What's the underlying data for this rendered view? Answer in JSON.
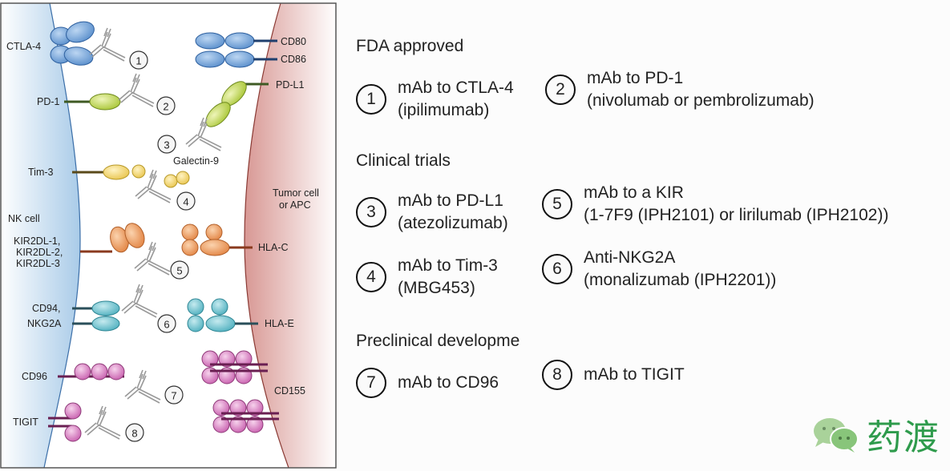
{
  "figure": {
    "left_cell_label": "NK cell",
    "right_cell_label_line1": "Tumor cell",
    "right_cell_label_line2": "or APC",
    "receptors": {
      "ctla4": "CTLA-4",
      "pd1": "PD-1",
      "tim3": "Tim-3",
      "kir_line1": "KIR2DL-1,",
      "kir_line2": "KIR2DL-2,",
      "kir_line3": "KIR2DL-3",
      "cd94_line1": "CD94,",
      "cd94_line2": "NKG2A",
      "cd96": "CD96",
      "tigit": "TIGIT"
    },
    "ligands": {
      "cd80": "CD80",
      "cd86": "CD86",
      "pdl1": "PD-L1",
      "galectin9": "Galectin-9",
      "hlac": "HLA-C",
      "hlae": "HLA-E",
      "cd155": "CD155"
    },
    "markers": [
      "1",
      "2",
      "3",
      "4",
      "5",
      "6",
      "7",
      "8"
    ],
    "colors": {
      "ctla4_blue": "#6f9fd6",
      "pd_green": "#b7d24a",
      "tim_yellow": "#f1d46a",
      "kir_orange": "#ec9a5a",
      "nkg_teal": "#6cc0cc",
      "cd96_pink": "#d77cbf",
      "nk_membrane": "#9ec4e6",
      "tumor_membrane": "#d99a96"
    }
  },
  "legend": {
    "sections": {
      "fda": "FDA approved",
      "clinical": "Clinical trials",
      "preclinical": "Preclinical developme"
    },
    "entries": [
      {
        "num": "1",
        "line1": "mAb to CTLA-4",
        "line2": "(ipilimumab)"
      },
      {
        "num": "2",
        "line1": "mAb to PD-1",
        "line2": "(nivolumab or pembrolizumab)"
      },
      {
        "num": "3",
        "line1": "mAb to PD-L1",
        "line2": "(atezolizumab)"
      },
      {
        "num": "5",
        "line1": "mAb to a KIR",
        "line2": "(1-7F9 (IPH2101) or lirilumab (IPH2102))"
      },
      {
        "num": "4",
        "line1": "mAb to Tim-3",
        "line2": "(MBG453)"
      },
      {
        "num": "6",
        "line1": "Anti-NKG2A",
        "line2": "(monalizumab (IPH2201))"
      },
      {
        "num": "7",
        "line1": "mAb to CD96",
        "line2": ""
      },
      {
        "num": "8",
        "line1": "mAb to TIGIT",
        "line2": ""
      }
    ]
  },
  "watermark": {
    "text": "药渡",
    "color": "#2e9b4c"
  }
}
